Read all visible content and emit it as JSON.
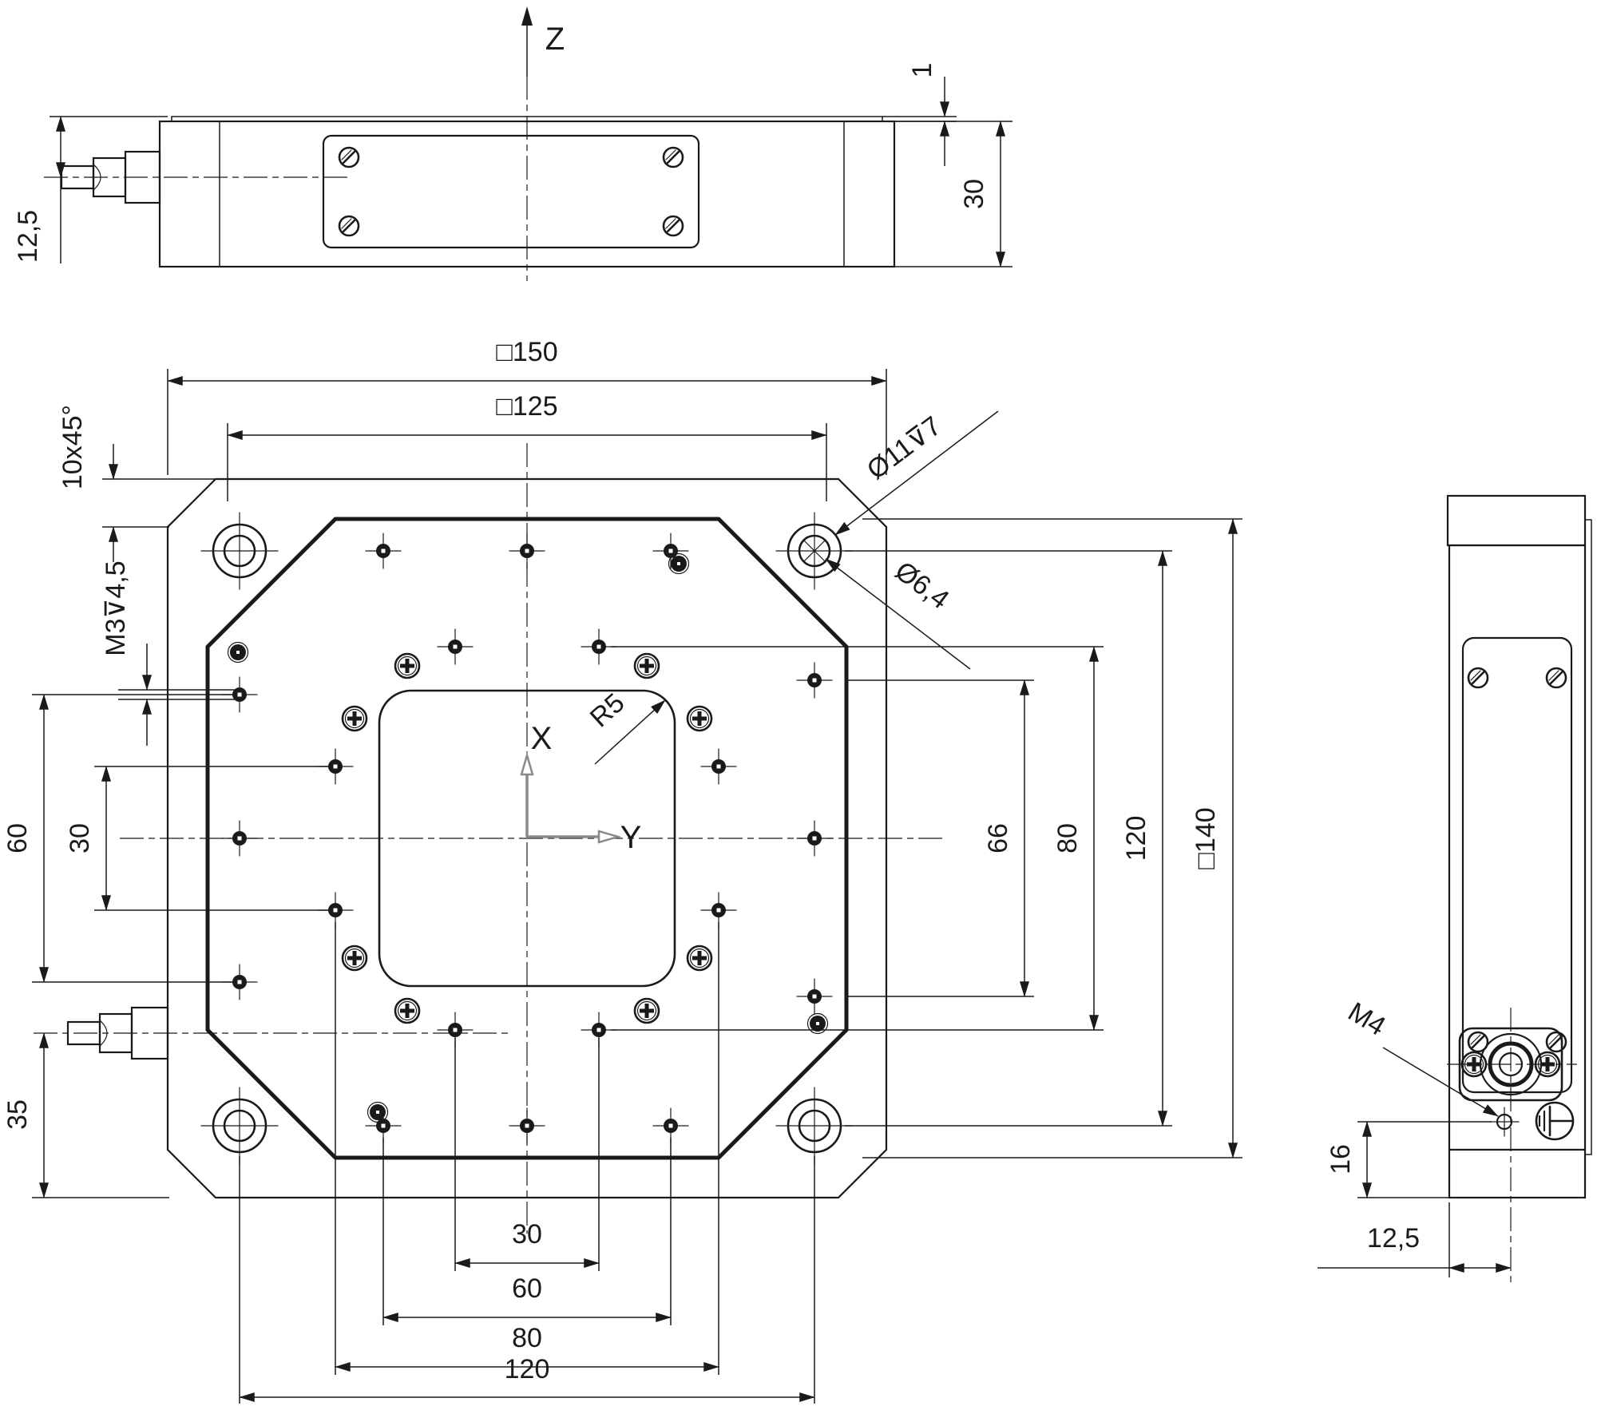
{
  "top_view": {
    "axis_z_label": "Z",
    "dim_connector_offset": "12,5",
    "dim_plate_lip": "1",
    "dim_body_height": "30"
  },
  "plan_view": {
    "dim_outer_square": "□150",
    "dim_inner_square": "□125",
    "dim_corner_chamfer": "10x45°",
    "callout_counterbore": "Ø11⊽7",
    "callout_through_hole": "Ø6,4",
    "callout_thread_m3": "M3⊽4,5",
    "dim_left_span_60": "60",
    "dim_left_pitch_30": "30",
    "dim_connector_to_edge_35": "35",
    "callout_corner_radius": "R5",
    "axis_x_label": "X",
    "axis_y_label": "Y",
    "dim_right_66": "66",
    "dim_right_80": "80",
    "dim_right_120": "120",
    "dim_platform_square": "□140",
    "dim_bottom_30": "30",
    "dim_bottom_60": "60",
    "dim_bottom_80": "80",
    "dim_bottom_120": "120"
  },
  "side_view": {
    "callout_thread_m4": "M4",
    "dim_hole_height_16": "16",
    "dim_connector_offset_12_5": "12,5"
  }
}
